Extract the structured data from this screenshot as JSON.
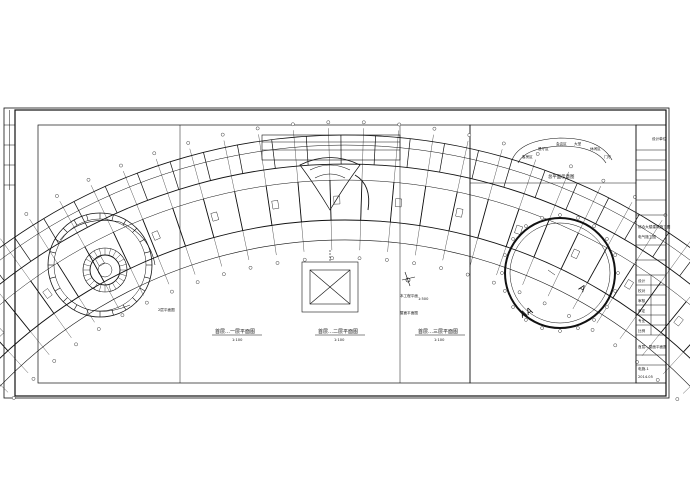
{
  "sheet": {
    "ink_color": "#111111",
    "paper_color": "#ffffff"
  },
  "labels": {
    "plan_left": "首层…一层平面图",
    "plan_left_scale": "1:100",
    "plan_mid": "首层…二层平面图",
    "plan_mid_scale": "1:100",
    "plan_right": "首层…三层平面图",
    "plan_right_scale": "1:100",
    "key_plan_title": "总平面示意图",
    "key_plan_scale": "1:500",
    "key_plan_note": "本工程平面",
    "right_plan_note": "屋面平面图",
    "section_a1": "AA",
    "section_a2": "A",
    "far_left_note": "2层平面图"
  },
  "key_plan": {
    "room_labels": [
      "客房区",
      "餐厅区",
      "会议区",
      "大堂",
      "休闲区",
      "门厅"
    ]
  },
  "title_block": {
    "designer": "设计单位",
    "project_name": "综合大楼建筑施工图",
    "drawing_name": "电气施工图",
    "drawing_title": "首层…屋面平面图",
    "drawing_no": "电施-1",
    "date": "2014.05",
    "rows": [
      "设计",
      "校对",
      "审核",
      "审定",
      "专业",
      "比例"
    ]
  }
}
